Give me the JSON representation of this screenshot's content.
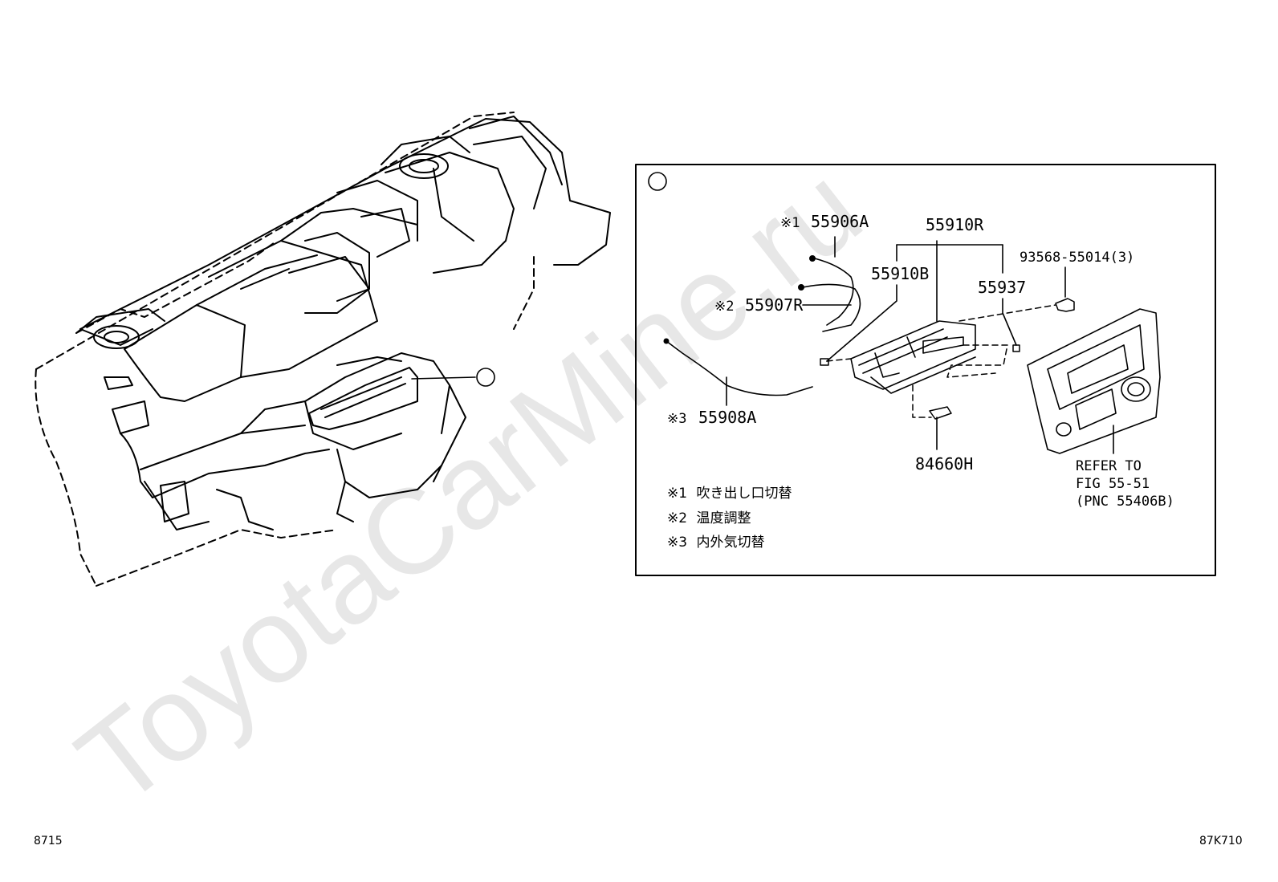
{
  "watermark": {
    "text": "ToyotaCarMine.ru"
  },
  "main_callout": {
    "marker": "①"
  },
  "detail": {
    "marker": "①",
    "parts": {
      "p55906A": {
        "mark": "※1",
        "code": "55906A"
      },
      "p55907R": {
        "mark": "※2",
        "code": "55907R"
      },
      "p55908A": {
        "mark": "※3",
        "code": "55908A"
      },
      "p55910R": {
        "code": "55910R"
      },
      "p55910B": {
        "code": "55910B"
      },
      "p55937": {
        "code": "55937"
      },
      "p93568": {
        "code": "93568-55014(3)"
      },
      "p84660H": {
        "code": "84660H"
      }
    },
    "refer": {
      "line1": "REFER TO",
      "line2": "FIG 55-51",
      "line3": "(PNC 55406B)"
    },
    "legend": [
      {
        "mark": "※1",
        "text": "吹き出し口切替"
      },
      {
        "mark": "※2",
        "text": "温度調整"
      },
      {
        "mark": "※3",
        "text": "内外気切替"
      }
    ]
  },
  "footer": {
    "left_code": "8715",
    "right_code": "87K710"
  }
}
